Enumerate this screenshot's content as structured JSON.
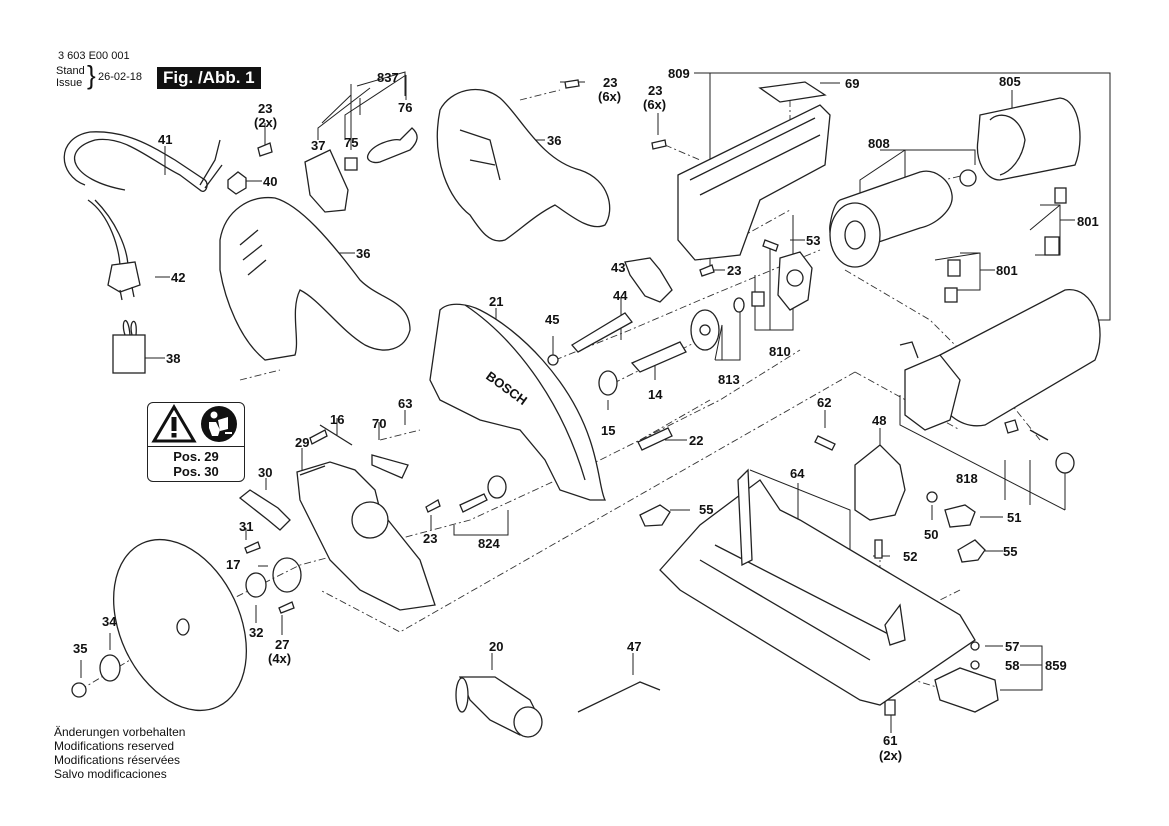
{
  "header": {
    "document_number": "3 603 E00 001",
    "stand_label": "Stand",
    "issue_label": "Issue",
    "date": "26-02-18",
    "figure_label": "Fig. /Abb. 1"
  },
  "warning_box": {
    "icons": [
      "warning-triangle-icon",
      "read-manual-icon"
    ],
    "positions": [
      "Pos. 29",
      "Pos. 30"
    ]
  },
  "footer": {
    "lines": [
      "Änderungen vorbehalten",
      "Modifications reserved",
      "Modifications réservées",
      "Salvo modificaciones"
    ]
  },
  "part_labels": {
    "p837": "837",
    "p76": "76",
    "p37": "37",
    "p75": "75",
    "p23a": "23",
    "p23a_qty": "(2x)",
    "p41": "41",
    "p40": "40",
    "p42": "42",
    "p38": "38",
    "p36a": "36",
    "p36b": "36",
    "p23b": "23",
    "p23b_qty": "(6x)",
    "p23c": "23",
    "p23c_qty": "(6x)",
    "p809": "809",
    "p69": "69",
    "p805": "805",
    "p808": "808",
    "p801a": "801",
    "p801b": "801",
    "p53": "53",
    "p43": "43",
    "p23d": "23",
    "p44": "44",
    "p45": "45",
    "p21": "21",
    "p810": "810",
    "p813": "813",
    "p14": "14",
    "p15": "15",
    "p16": "16",
    "p70": "70",
    "p63": "63",
    "p22": "22",
    "p29": "29",
    "p30": "30",
    "p31": "31",
    "p17": "17",
    "p23e": "23",
    "p824": "824",
    "p32": "32",
    "p27": "27",
    "p27_qty": "(4x)",
    "p34": "34",
    "p35": "35",
    "p62": "62",
    "p48": "48",
    "p818": "818",
    "p64": "64",
    "p55a": "55",
    "p50": "50",
    "p51": "51",
    "p52": "52",
    "p55b": "55",
    "p20": "20",
    "p47": "47",
    "p57": "57",
    "p58": "58",
    "p859": "859",
    "p61": "61",
    "p61_qty": "(2x)"
  },
  "brand_text": "BOSCH"
}
